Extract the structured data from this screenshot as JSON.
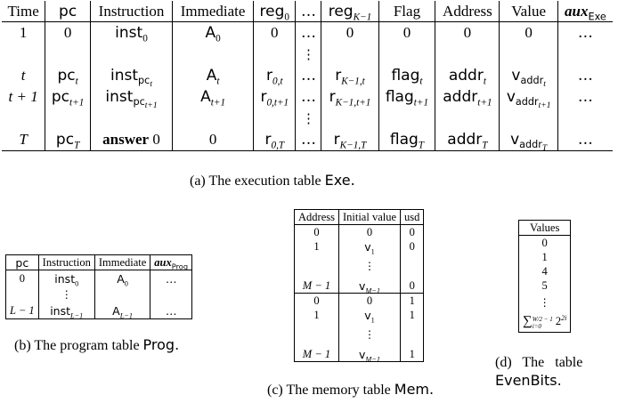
{
  "exe": {
    "headers": [
      "Time",
      "pc",
      "Instruction",
      "Immediate",
      "reg",
      "0",
      "…",
      "reg",
      "K−1",
      "Flag",
      "Address",
      "Value",
      "aux",
      "Exe"
    ],
    "row1": [
      "1",
      "0",
      "inst",
      "0",
      "A",
      "0",
      "0",
      "…",
      "0",
      "0",
      "0",
      "0",
      "…"
    ],
    "rowt": [
      "t",
      "pc",
      "t",
      "inst",
      "pc",
      "t",
      "A",
      "t",
      "r",
      "0,t",
      "…",
      "r",
      "K−1,t",
      "flag",
      "t",
      "addr",
      "t",
      "v",
      "addr",
      "t",
      "…"
    ],
    "rowt1": [
      "t + 1",
      "pc",
      "t+1",
      "inst",
      "pc",
      "t+1",
      "A",
      "t+1",
      "r",
      "0,t+1",
      "…",
      "r",
      "K−1,t+1",
      "flag",
      "t+1",
      "addr",
      "t+1",
      "v",
      "addr",
      "t+1",
      "…"
    ],
    "rowT": [
      "T",
      "pc",
      "T",
      "answer",
      "0",
      "0",
      "r",
      "0,T",
      "…",
      "r",
      "K−1,T",
      "flag",
      "T",
      "addr",
      "T",
      "v",
      "addr",
      "T",
      "…"
    ],
    "vdots": "⋮",
    "caption": "(a) The execution table",
    "caption_name": "Exe."
  },
  "prog": {
    "headers": [
      "pc",
      "Instruction",
      "Immediate",
      "aux",
      "Prog"
    ],
    "row1": [
      "0",
      "inst",
      "0",
      "A",
      "0",
      "…"
    ],
    "rowL": [
      "L − 1",
      "inst",
      "L−1",
      "A",
      "L−1",
      "…"
    ],
    "vdots": "⋮",
    "caption": "(b) The program table",
    "caption_name": "Prog."
  },
  "mem": {
    "headers": [
      "Address",
      "Initial value",
      "usd"
    ],
    "block1": [
      [
        "0",
        "0",
        "0"
      ],
      [
        "1",
        "v",
        "1",
        "0"
      ],
      [
        "M − 1",
        "v",
        "M−1",
        "0"
      ]
    ],
    "block2": [
      [
        "0",
        "0",
        "1"
      ],
      [
        "1",
        "v",
        "1",
        "1"
      ],
      [
        "M − 1",
        "v",
        "M−1",
        "1"
      ]
    ],
    "vdots": "⋮",
    "caption": "(c) The memory table",
    "caption_name": "Mem."
  },
  "ebits": {
    "header": "Values",
    "values": [
      "0",
      "1",
      "4",
      "5"
    ],
    "vdots": "⋮",
    "sum_sub": "i=0",
    "sum_sup": "W/2 − 1",
    "sum_term": "2",
    "sum_exp": "2i",
    "caption_line1": "(d)   The   table",
    "caption_line2": "EvenBits."
  }
}
